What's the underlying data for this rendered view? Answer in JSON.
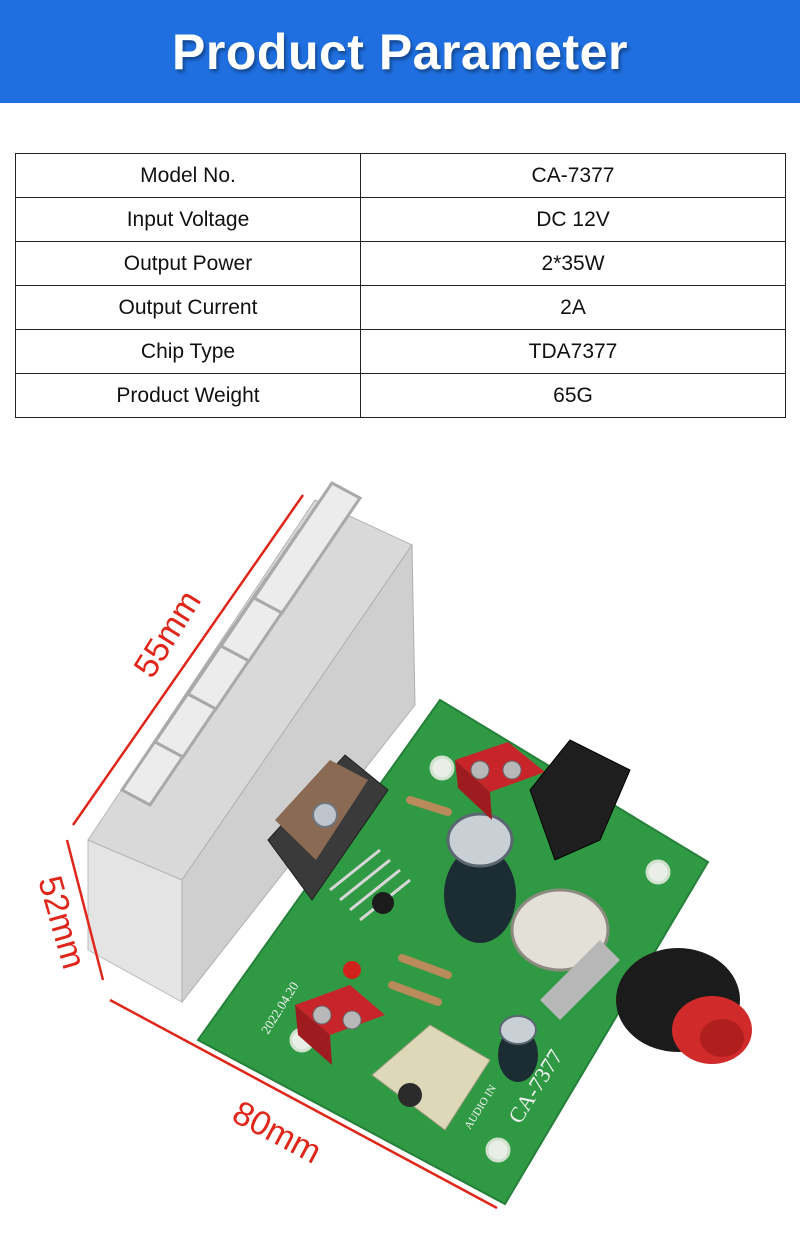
{
  "banner": {
    "title": "Product Parameter"
  },
  "specs": [
    {
      "label": "Model No.",
      "value": "CA-7377"
    },
    {
      "label": "Input Voltage",
      "value": "DC 12V"
    },
    {
      "label": "Output Power",
      "value": "2*35W"
    },
    {
      "label": "Output Current",
      "value": "2A"
    },
    {
      "label": "Chip Type",
      "value": "TDA7377"
    },
    {
      "label": "Product Weight",
      "value": "65G"
    }
  ],
  "dimensions": {
    "height": "55mm",
    "depth": "52mm",
    "width": "80mm"
  },
  "board_print": {
    "model": "CA-7377",
    "date": "2022.04.20",
    "audio_in": "AUDIO IN"
  },
  "colors": {
    "banner": "#1f6fe0",
    "dimension_lines": "#e0261b",
    "pcb": "#2f9a43"
  }
}
